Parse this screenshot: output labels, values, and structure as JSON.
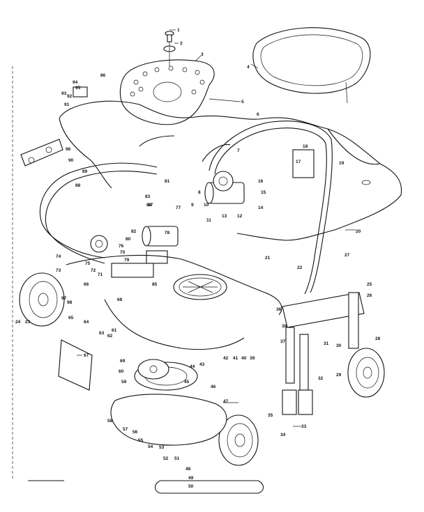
{
  "diagram": {
    "kind": "exploded-parts-view",
    "subject": "riding mower",
    "labels": [
      "1",
      "2",
      "3",
      "4",
      "5",
      "6",
      "7",
      "8",
      "9",
      "10",
      "11",
      "12",
      "13",
      "14",
      "15",
      "16",
      "17",
      "18",
      "19",
      "20",
      "21",
      "22",
      "23",
      "24",
      "25",
      "26",
      "27",
      "28",
      "29",
      "30",
      "31",
      "32",
      "33",
      "34",
      "35",
      "36",
      "37",
      "38",
      "39",
      "40",
      "41",
      "42",
      "43",
      "44",
      "45",
      "46",
      "47",
      "48",
      "49",
      "50",
      "51",
      "52",
      "53",
      "54",
      "55",
      "56",
      "57",
      "58",
      "59",
      "60",
      "61",
      "62",
      "63",
      "64",
      "65",
      "66",
      "67",
      "68",
      "69",
      "70",
      "71",
      "72",
      "73",
      "74",
      "75",
      "76",
      "77",
      "78",
      "79",
      "80",
      "81",
      "82",
      "83",
      "84",
      "85",
      "86",
      "87",
      "88",
      "89",
      "90",
      "91",
      "92",
      "93",
      "94",
      "95",
      "96",
      "97",
      "98"
    ]
  }
}
